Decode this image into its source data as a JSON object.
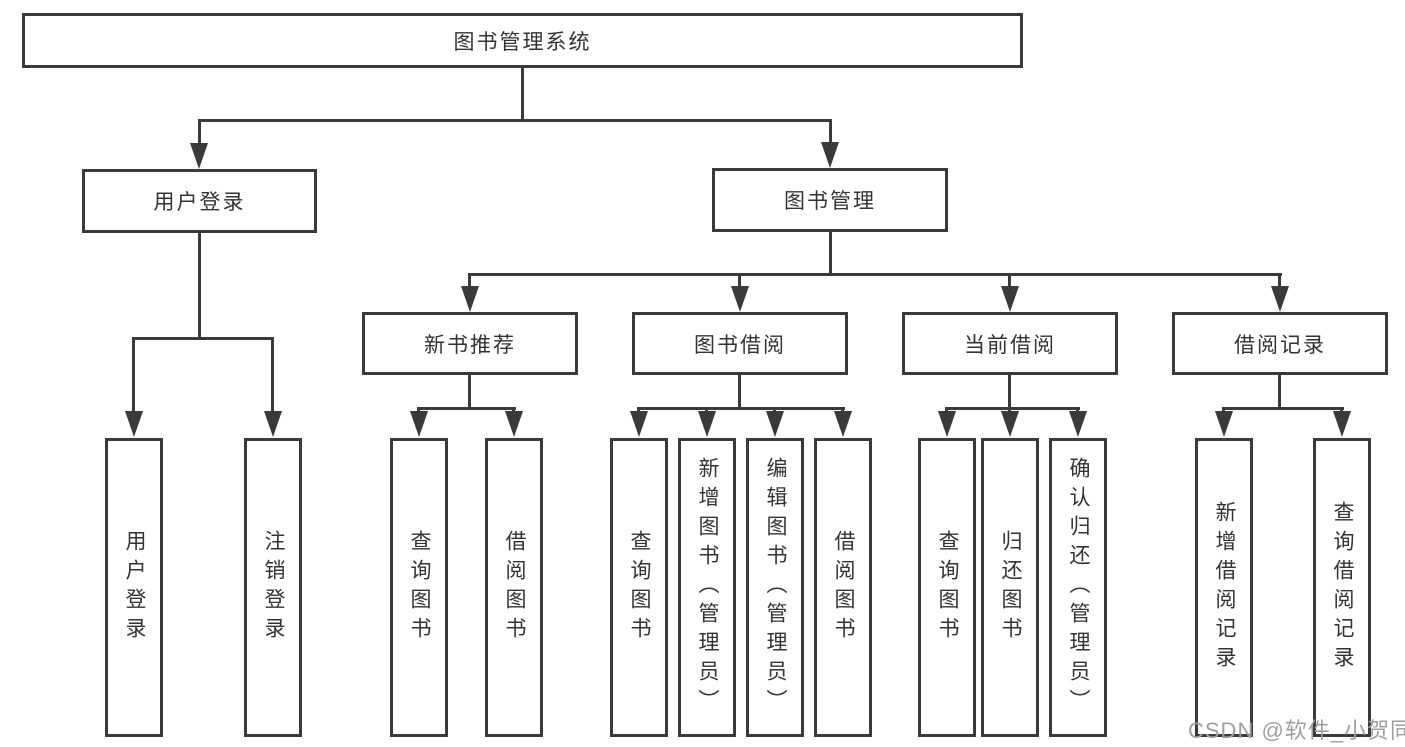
{
  "colors": {
    "line": "#3a3a3a",
    "text": "#333333",
    "background": "#ffffff",
    "watermark": "#9f9f9f"
  },
  "watermark": "CSDN @软件_小贺同学",
  "nodes": {
    "root": {
      "label": "图书管理系统"
    },
    "user_login": {
      "label": "用户登录"
    },
    "book_mgmt": {
      "label": "图书管理"
    },
    "new_books": {
      "label": "新书推荐"
    },
    "book_borrow": {
      "label": "图书借阅"
    },
    "current_borrow": {
      "label": "当前借阅"
    },
    "borrow_records": {
      "label": "借阅记录"
    },
    "leaf_user_login": {
      "label": "用户登录"
    },
    "leaf_logout": {
      "label": "注销登录"
    },
    "leaf_nb_query_books": {
      "label": "查询图书"
    },
    "leaf_nb_borrow_books": {
      "label": "借阅图书"
    },
    "leaf_bb_query_books": {
      "label": "查询图书"
    },
    "leaf_bb_add_books": {
      "label": "新增图书（管理员）"
    },
    "leaf_bb_edit_books": {
      "label": "编辑图书（管理员）"
    },
    "leaf_bb_borrow_books": {
      "label": "借阅图书"
    },
    "leaf_cb_query_books": {
      "label": "查询图书"
    },
    "leaf_cb_return_books": {
      "label": "归还图书"
    },
    "leaf_cb_confirm_return": {
      "label": "确认归还（管理员）"
    },
    "leaf_br_add_record": {
      "label": "新增借阅记录"
    },
    "leaf_br_query_record": {
      "label": "查询借阅记录"
    }
  },
  "edges": [
    [
      "root",
      "user_login"
    ],
    [
      "root",
      "book_mgmt"
    ],
    [
      "user_login",
      "leaf_user_login"
    ],
    [
      "user_login",
      "leaf_logout"
    ],
    [
      "book_mgmt",
      "new_books"
    ],
    [
      "book_mgmt",
      "book_borrow"
    ],
    [
      "book_mgmt",
      "current_borrow"
    ],
    [
      "book_mgmt",
      "borrow_records"
    ],
    [
      "new_books",
      "leaf_nb_query_books"
    ],
    [
      "new_books",
      "leaf_nb_borrow_books"
    ],
    [
      "book_borrow",
      "leaf_bb_query_books"
    ],
    [
      "book_borrow",
      "leaf_bb_add_books"
    ],
    [
      "book_borrow",
      "leaf_bb_edit_books"
    ],
    [
      "book_borrow",
      "leaf_bb_borrow_books"
    ],
    [
      "current_borrow",
      "leaf_cb_query_books"
    ],
    [
      "current_borrow",
      "leaf_cb_return_books"
    ],
    [
      "current_borrow",
      "leaf_cb_confirm_return"
    ],
    [
      "borrow_records",
      "leaf_br_add_record"
    ],
    [
      "borrow_records",
      "leaf_br_query_record"
    ]
  ]
}
